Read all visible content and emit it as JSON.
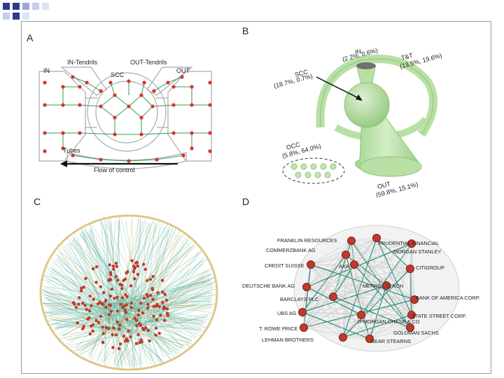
{
  "slide": {
    "panel_labels": {
      "a": "A",
      "b": "B",
      "c": "C",
      "d": "D"
    }
  },
  "panel_a": {
    "labels": {
      "in": "IN",
      "in_tendrils": "IN-Tendrils",
      "scc": "SCC",
      "out_tendrils": "OUT-Tendrils",
      "out": "OUT",
      "tubes": "Tubes",
      "flow": "Flow of control"
    },
    "colors": {
      "node": "#d8332a",
      "edge": "#2e9e58",
      "outline": "#9aa0a6"
    }
  },
  "panel_b": {
    "labels": {
      "in": "IN",
      "in_pct": "(2.2%, 0.6%)",
      "tt": "T&T",
      "tt_pct": "(13.5%, 19.6%)",
      "scc": "SCC",
      "scc_pct": "(18.7%, 0.7%)",
      "occ": "OCC",
      "occ_pct": "(5.8%, 64.0%)",
      "out": "OUT",
      "out_pct": "(59.8%, 15.1%)"
    },
    "colors": {
      "shape": "#b8e0a4",
      "shape_dark": "#8fc27a",
      "in_cap": "#707070"
    }
  },
  "panel_c": {
    "colors": {
      "edge": "#3fa58f",
      "edge_outer": "#c9a23a",
      "node": "#c0392b"
    }
  },
  "panel_d": {
    "nodes": [
      "FRANKLIN RESOURCES",
      "PRUDENTIAL FINANCIAL",
      "COMMERZBANK AG",
      "MORGAN STANLEY",
      "CREDIT SUISSE",
      "AXA",
      "CITIGROUP",
      "MERRILL LYNCH",
      "DEUTSCHE BANK AG",
      "BANK OF AMERICA CORP.",
      "BARCLAYS PLC",
      "STATE STREET CORP.",
      "UBS AG",
      "JPMORGAN CHASE & CO",
      "T. ROWE PRICE",
      "GOLDMAN SACHS",
      "LEHMAN BROTHERS",
      "BEAR STEARNS"
    ],
    "colors": {
      "node": "#c0392b",
      "edge": "#2e8f7a",
      "edge_light": "#c8c8c8"
    }
  }
}
